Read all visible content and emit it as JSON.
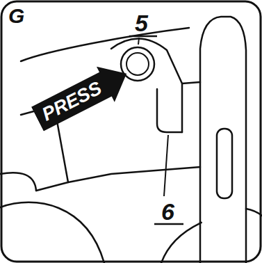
{
  "diagram": {
    "nodes": [
      {
        "text": [
          "PRESS"
        ]
      }
    ],
    "labels": [
      "G",
      "5",
      "6"
    ]
  }
}
